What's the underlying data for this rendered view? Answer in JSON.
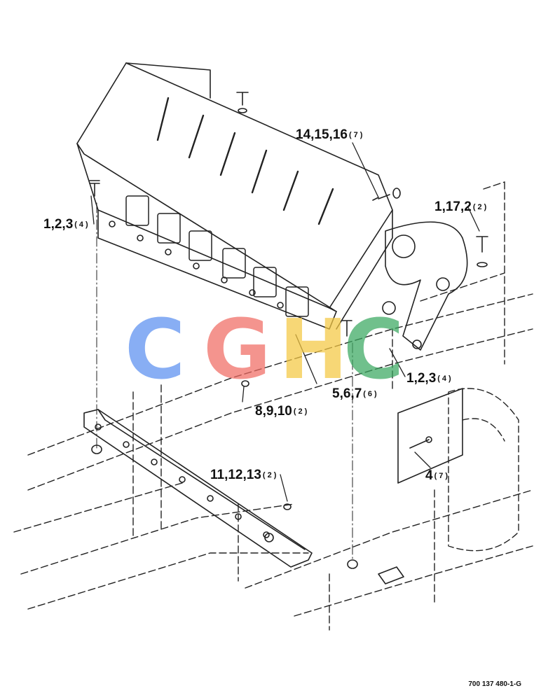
{
  "callouts": [
    {
      "id": "c1",
      "parts": "14,15,16",
      "qty": "(7)"
    },
    {
      "id": "c2",
      "parts": "1,17,2",
      "qty": "(2)"
    },
    {
      "id": "c3",
      "parts": "1,2,3",
      "qty": "(4)"
    },
    {
      "id": "c4",
      "parts": "1,2,3",
      "qty": "(4)"
    },
    {
      "id": "c5",
      "parts": "5,6,7",
      "qty": "(6)"
    },
    {
      "id": "c6",
      "parts": "8,9,10",
      "qty": "(2)"
    },
    {
      "id": "c7",
      "parts": "11,12,13",
      "qty": "(2)"
    },
    {
      "id": "c8",
      "parts": "4",
      "qty": "(7)"
    }
  ],
  "figure_number": "700 137 480-1-G",
  "watermark": {
    "letters": [
      "C",
      "G",
      "H",
      "C"
    ],
    "colors": [
      "#5b8ff0",
      "#f06b63",
      "#f5c842",
      "#3aa860"
    ]
  }
}
